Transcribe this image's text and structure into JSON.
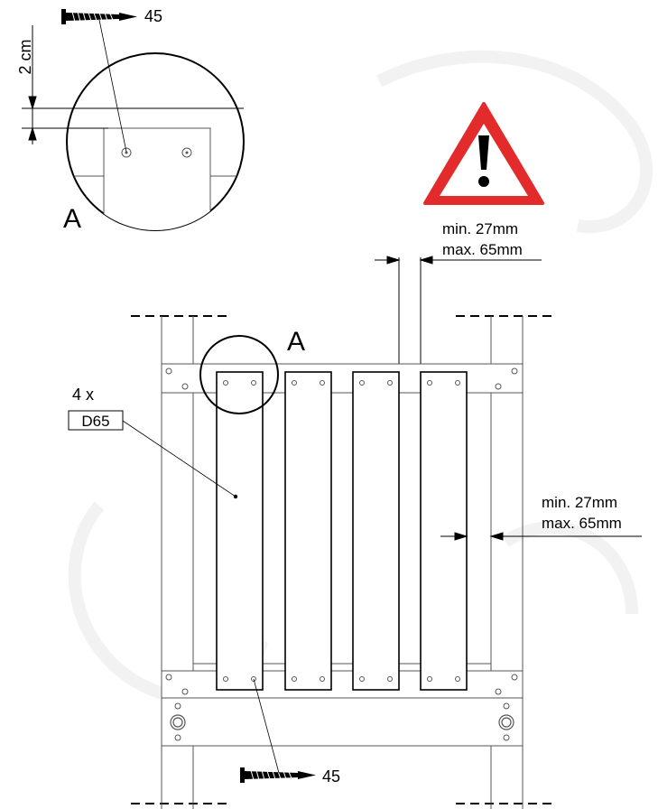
{
  "detail": {
    "letter": "A",
    "dimension_label": "2 cm",
    "screw_length": "45"
  },
  "main": {
    "detail_callout": "A",
    "part_count": "4 x",
    "part_code": "D65",
    "screw_length": "45"
  },
  "spacing_top": {
    "min": "min.  27mm",
    "max": "max. 65mm"
  },
  "spacing_side": {
    "min": "min.  27mm",
    "max": "max. 65mm"
  },
  "warning": {
    "icon": "warning-triangle-icon",
    "color": "#e32b2b"
  }
}
